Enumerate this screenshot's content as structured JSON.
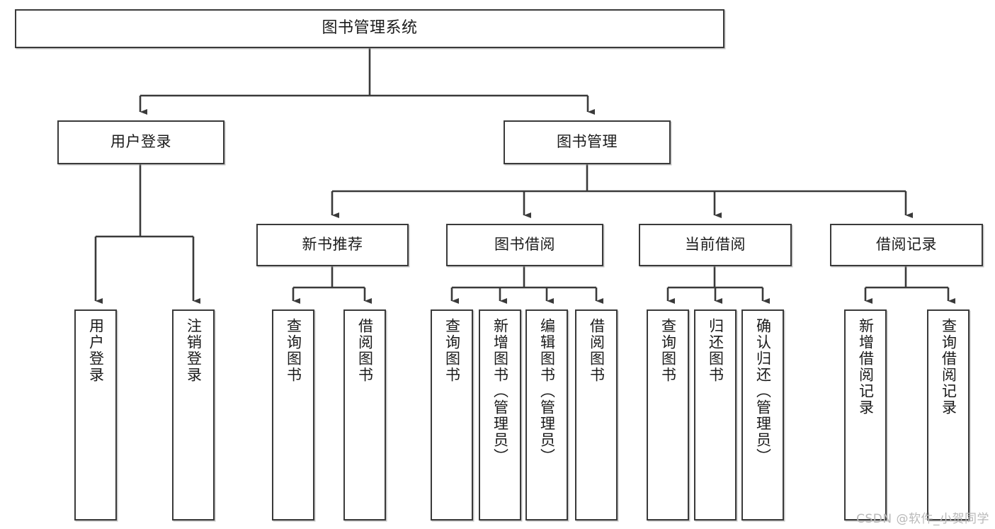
{
  "diagram": {
    "title": "图书管理系统",
    "watermark": "CSDN @软件_小贺同学",
    "nodes": {
      "root": {
        "label": "图书管理系统"
      },
      "level1": [
        {
          "id": "user-login",
          "label": "用户登录"
        },
        {
          "id": "book-manage",
          "label": "图书管理"
        }
      ],
      "level2": [
        {
          "id": "new-book-recommend",
          "label": "新书推荐"
        },
        {
          "id": "book-borrow",
          "label": "图书借阅"
        },
        {
          "id": "current-borrow",
          "label": "当前借阅"
        },
        {
          "id": "borrow-record",
          "label": "借阅记录"
        }
      ],
      "leaves": {
        "user_login": [
          {
            "id": "leaf-user-login",
            "label": "用户登录"
          },
          {
            "id": "leaf-logout-login",
            "label": "注销登录"
          }
        ],
        "new_book_recommend": [
          {
            "id": "leaf-query-book-1",
            "label": "查询图书"
          },
          {
            "id": "leaf-borrow-book-1",
            "label": "借阅图书"
          }
        ],
        "book_borrow": [
          {
            "id": "leaf-query-book-2",
            "label": "查询图书"
          },
          {
            "id": "leaf-add-book-admin",
            "label": "新增图书（管理员）"
          },
          {
            "id": "leaf-edit-book-admin",
            "label": "编辑图书（管理员）"
          },
          {
            "id": "leaf-borrow-book-2",
            "label": "借阅图书"
          }
        ],
        "current_borrow": [
          {
            "id": "leaf-query-book-3",
            "label": "查询图书"
          },
          {
            "id": "leaf-return-book",
            "label": "归还图书"
          },
          {
            "id": "leaf-confirm-return-admin",
            "label": "确认归还（管理员）"
          }
        ],
        "borrow_record": [
          {
            "id": "leaf-add-borrow-record",
            "label": "新增借阅记录"
          },
          {
            "id": "leaf-query-borrow-record",
            "label": "查询借阅记录"
          }
        ]
      }
    },
    "colors": {
      "stroke": "#3a3a3a",
      "fill": "#ffffff",
      "text": "#1b1b1b",
      "watermark": "#b9b9b9"
    }
  }
}
